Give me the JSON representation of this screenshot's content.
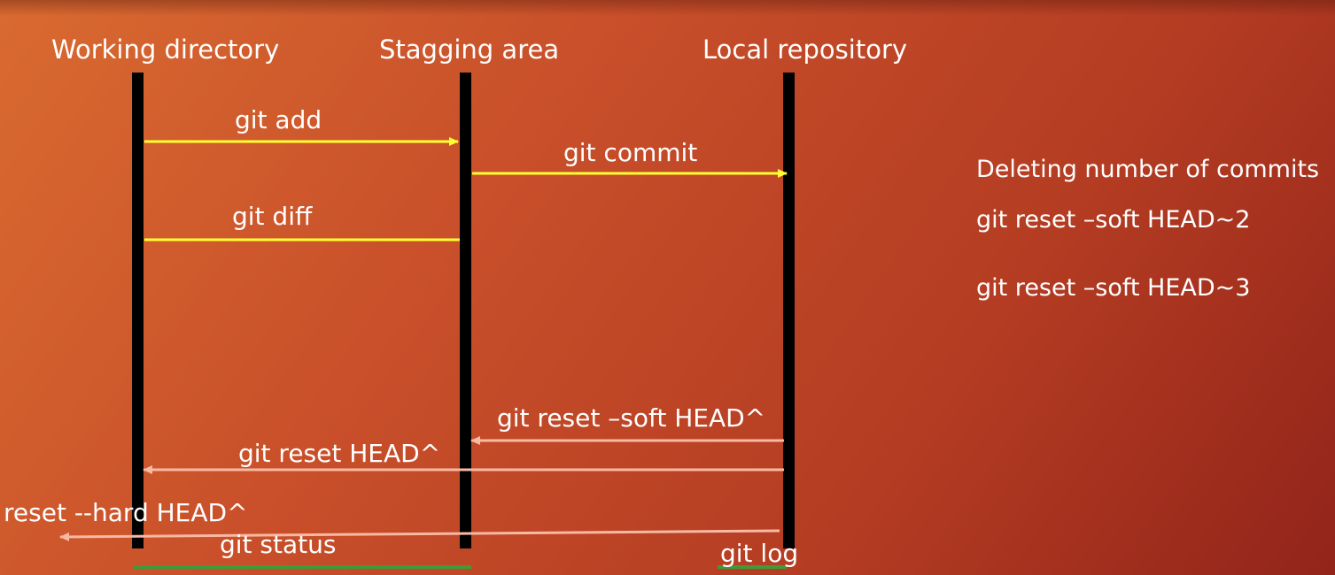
{
  "columns": {
    "working": "Working directory",
    "staging": "Stagging area",
    "local": "Local repository"
  },
  "arrows": {
    "add": "git add",
    "commit": "git commit",
    "diff": "git diff",
    "reset_soft": "git reset –soft HEAD^",
    "reset_mixed": "git reset HEAD^",
    "reset_hard": "reset --hard HEAD^"
  },
  "status": {
    "git_status": "git status",
    "git_log": "git log"
  },
  "side_notes": {
    "title": "Deleting number of commits",
    "cmd1": "git reset –soft HEAD~2",
    "cmd2": "git reset –soft HEAD~3"
  },
  "colors": {
    "forward_arrow": "#ffff33",
    "backward_arrow": "#f7b9a3",
    "underline": "#3f9a3a",
    "lifeline": "#000000"
  }
}
